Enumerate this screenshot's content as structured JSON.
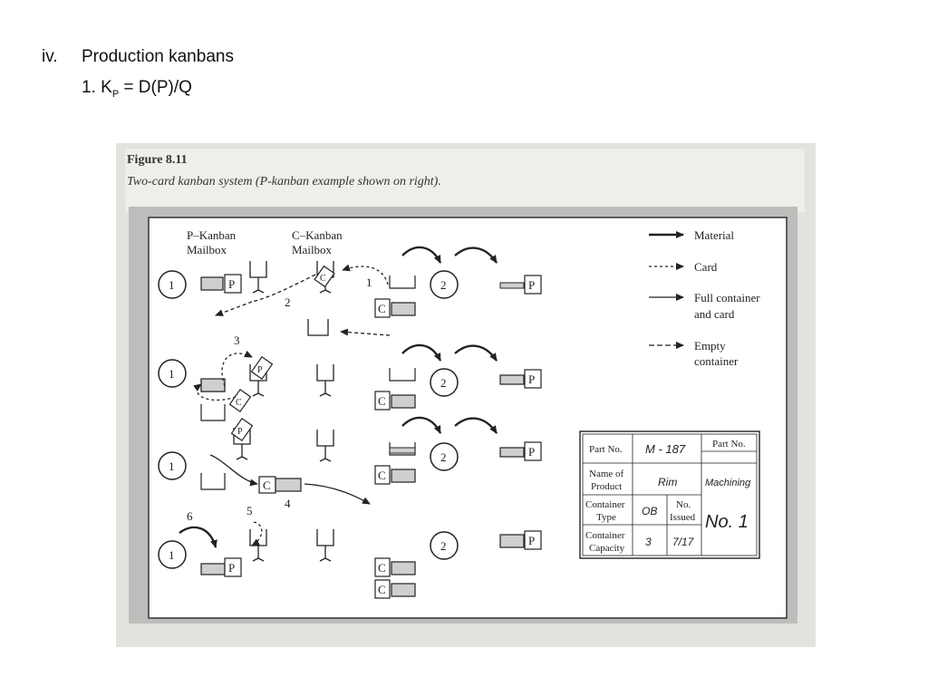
{
  "slide": {
    "numeral": "iv.",
    "heading": "Production kanbans",
    "formula_prefix": "1. K",
    "formula_sub": "P",
    "formula_rest": " = D(P)/Q"
  },
  "figure": {
    "label": "Figure 8.11",
    "caption": "Two-card kanban system (P-kanban example shown on right).",
    "p_mailbox": [
      "P–Kanban",
      "Mailbox"
    ],
    "c_mailbox": [
      "C–Kanban",
      "Mailbox"
    ],
    "station1": "1",
    "station2": "2",
    "card_p": "P",
    "card_c": "C",
    "step_labels": [
      "1",
      "2",
      "3",
      "4",
      "5",
      "6"
    ],
    "legend": {
      "material": "Material",
      "card": "Card",
      "full": [
        "Full container",
        "and card"
      ],
      "empty": [
        "Empty",
        "container"
      ]
    },
    "kanban_card": {
      "part_no_label": "Part No.",
      "part_no_value": "M - 187",
      "name_label": [
        "Name of",
        "Product"
      ],
      "name_value": "Rim",
      "dept_header": "Part No.",
      "dept_value": "Machining",
      "container_type_label": [
        "Container",
        "Type"
      ],
      "container_type_value": "OB",
      "no_issued_label": [
        "No.",
        "Issued"
      ],
      "no_issued_value": "7/17",
      "capacity_label": [
        "Container",
        "Capacity"
      ],
      "capacity_value": "3",
      "card_number": "No. 1"
    }
  }
}
